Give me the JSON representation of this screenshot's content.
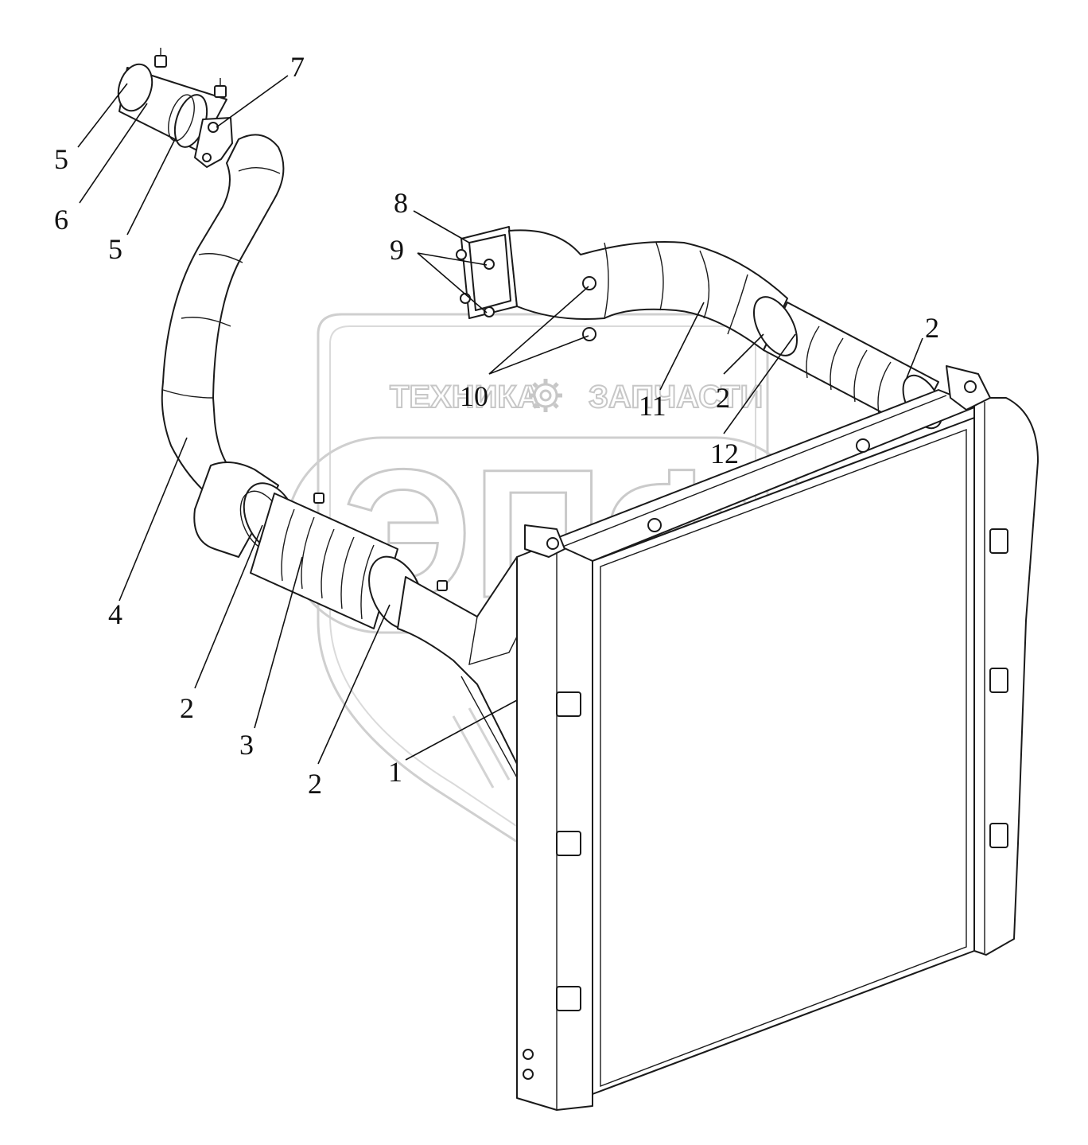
{
  "watermark": {
    "brand_left": "ТЕХНИКА",
    "brand_right": "ЗАПЧАСТИ",
    "logo": "ЭПФ",
    "gear_icon": "gear-icon",
    "colors": {
      "outline": "#9a9a9a",
      "fill": "#ffffff"
    }
  },
  "callouts": [
    {
      "id": "c5a",
      "label": "5"
    },
    {
      "id": "c6",
      "label": "6"
    },
    {
      "id": "c5b",
      "label": "5"
    },
    {
      "id": "c7",
      "label": "7"
    },
    {
      "id": "c8",
      "label": "8"
    },
    {
      "id": "c9",
      "label": "9"
    },
    {
      "id": "c10",
      "label": "10"
    },
    {
      "id": "c11",
      "label": "11"
    },
    {
      "id": "c2a",
      "label": "2"
    },
    {
      "id": "c2b",
      "label": "2"
    },
    {
      "id": "c12",
      "label": "12"
    },
    {
      "id": "c4",
      "label": "4"
    },
    {
      "id": "c2c",
      "label": "2"
    },
    {
      "id": "c3",
      "label": "3"
    },
    {
      "id": "c2d",
      "label": "2"
    },
    {
      "id": "c1",
      "label": "1"
    }
  ],
  "colors": {
    "line": "#1a1a1a",
    "shade": "#e6e6e6",
    "background": "#ffffff"
  }
}
